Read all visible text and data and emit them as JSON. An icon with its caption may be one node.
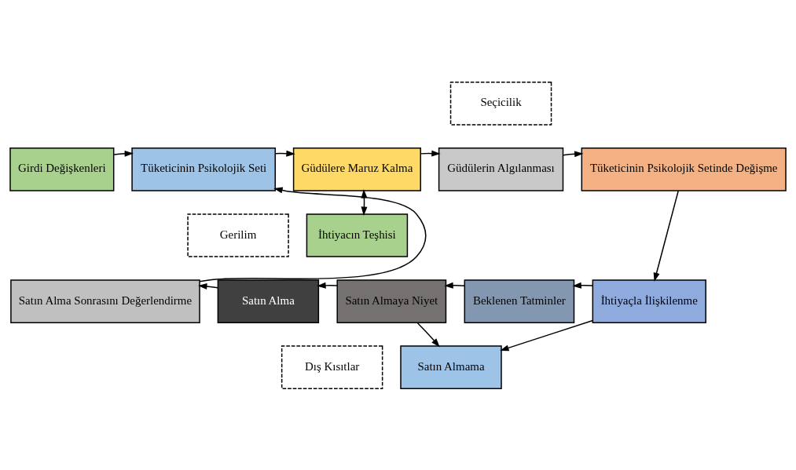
{
  "diagram": {
    "nodes": [
      {
        "text": [
          "Seçicilik"
        ]
      },
      {
        "text": [
          "Girdi Değişkenleri"
        ]
      },
      {
        "text": [
          "Tüketicinin Psikolojik Seti"
        ]
      },
      {
        "text": [
          "Güdülere Maruz Kalma"
        ]
      },
      {
        "text": [
          "Güdülerin Algılanması"
        ]
      },
      {
        "text": [
          "Tüketicinin Psikolojik Setinde Değişme"
        ]
      },
      {
        "text": [
          "Gerilim"
        ]
      },
      {
        "text": [
          "İhtiyacın Teşhisi"
        ]
      },
      {
        "text": [
          "Satın Alma Sonrasını Değerlendirme"
        ]
      },
      {
        "text": [
          "Satın Alma"
        ]
      },
      {
        "text": [
          "Satın Almaya Niyet"
        ]
      },
      {
        "text": [
          "Beklenen Tatminler"
        ]
      },
      {
        "text": [
          "İhtiyaçla İlişkilenme"
        ]
      },
      {
        "text": [
          "Dış Kısıtlar"
        ]
      },
      {
        "text": [
          "Satın Almama"
        ]
      }
    ],
    "edges": [
      {
        "from": 1,
        "to": 2,
        "arrow": "to"
      },
      {
        "from": 2,
        "to": 3,
        "arrow": "to"
      },
      {
        "from": 3,
        "to": 4,
        "arrow": "to"
      },
      {
        "from": 4,
        "to": 5,
        "arrow": "to"
      },
      {
        "from": 3,
        "to": 7,
        "arrow": "both"
      },
      {
        "from": 5,
        "to": 12,
        "arrow": "to"
      },
      {
        "from": 12,
        "to": 11,
        "arrow": "to"
      },
      {
        "from": 11,
        "to": 10,
        "arrow": "to"
      },
      {
        "from": 10,
        "to": 9,
        "arrow": "to"
      },
      {
        "from": 9,
        "to": 8,
        "arrow": "to"
      },
      {
        "from": 8,
        "to": 2,
        "arrow": "to"
      },
      {
        "from": 10,
        "to": 14,
        "arrow": "to"
      },
      {
        "from": 12,
        "to": 14,
        "arrow": "to"
      }
    ]
  }
}
